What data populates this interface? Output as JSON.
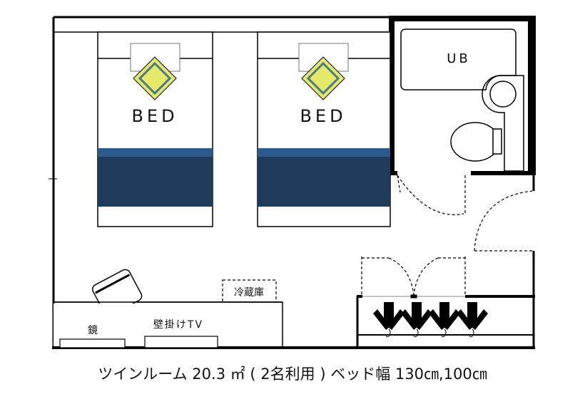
{
  "plan": {
    "beds": [
      {
        "label": "BED"
      },
      {
        "label": "BED"
      }
    ],
    "bathroom_label": "UB",
    "fridge_label": "冷蔵庫",
    "mirror_label": "鏡",
    "tv_label": "壁掛けTV"
  },
  "caption": "ツインルーム 20.3 ㎡ ( 2名利用 )  ベッド幅 130㎝,100㎝",
  "colors": {
    "bed_band": "#1f3b5c",
    "bed_stripe": "#2c5a8c",
    "pillow_diamond_fill": "#e6e86a",
    "pillow_diamond_ring": "#4a7a86",
    "wall": "#000000"
  }
}
